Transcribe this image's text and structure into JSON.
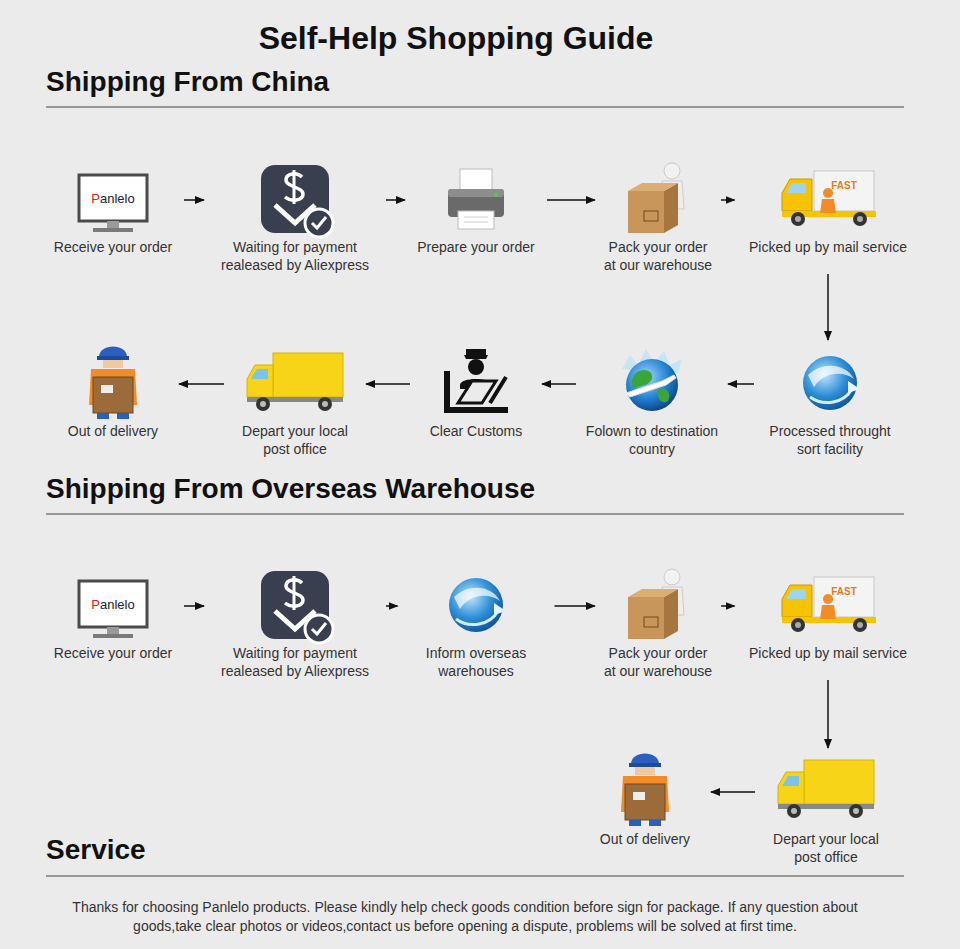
{
  "diagram": {
    "title": "Self-Help Shopping Guide",
    "nodes": [
      {
        "text": [
          "Receive your order"
        ]
      },
      {
        "text": [
          "Waiting for payment realeased by Aliexpress"
        ]
      },
      {
        "text": [
          "Prepare your order"
        ]
      },
      {
        "text": [
          "Pack your order at our warehouse"
        ]
      },
      {
        "text": [
          "Picked up by mail service"
        ]
      },
      {
        "text": [
          "Processed throught sort facility"
        ]
      },
      {
        "text": [
          "Folown to destination country"
        ]
      },
      {
        "text": [
          "Clear Customs"
        ]
      },
      {
        "text": [
          "Depart your local post office"
        ]
      },
      {
        "text": [
          "Out of delivery"
        ]
      },
      {
        "text": [
          "Receive your order"
        ]
      },
      {
        "text": [
          "Waiting for payment realeased by Aliexpress"
        ]
      },
      {
        "text": [
          "Inform overseas warehouses"
        ]
      },
      {
        "text": [
          "Pack your order at our warehouse"
        ]
      },
      {
        "text": [
          "Picked up by mail service"
        ]
      },
      {
        "text": [
          "Depart your local post office"
        ]
      },
      {
        "text": [
          "Out of delivery"
        ]
      }
    ],
    "edges": [
      {
        "from": 0,
        "to": 1,
        "arrow": "to"
      },
      {
        "from": 1,
        "to": 2,
        "arrow": "to"
      },
      {
        "from": 2,
        "to": 3,
        "arrow": "to"
      },
      {
        "from": 3,
        "to": 4,
        "arrow": "to"
      },
      {
        "from": 4,
        "to": 5,
        "arrow": "to"
      },
      {
        "from": 5,
        "to": 6,
        "arrow": "to"
      },
      {
        "from": 6,
        "to": 7,
        "arrow": "to"
      },
      {
        "from": 7,
        "to": 8,
        "arrow": "to"
      },
      {
        "from": 8,
        "to": 9,
        "arrow": "to"
      },
      {
        "from": 10,
        "to": 11,
        "arrow": "to"
      },
      {
        "from": 11,
        "to": 12,
        "arrow": "to"
      },
      {
        "from": 12,
        "to": 13,
        "arrow": "to"
      },
      {
        "from": 13,
        "to": 14,
        "arrow": "to"
      },
      {
        "from": 14,
        "to": 15,
        "arrow": "to"
      },
      {
        "from": 15,
        "to": 16,
        "arrow": "to"
      }
    ],
    "labels": [
      "Shipping From China",
      "Panlelo",
      "FAST",
      "Shipping From Overseas Warehouse",
      "Panlelo",
      "FAST",
      "Service",
      "Thanks for choosing Panlelo products. Please kindly help check goods condition before sign for package. If any question about goods,take clear photos or videos,contact us before opening a dispute, problems will be solved at first time."
    ]
  }
}
